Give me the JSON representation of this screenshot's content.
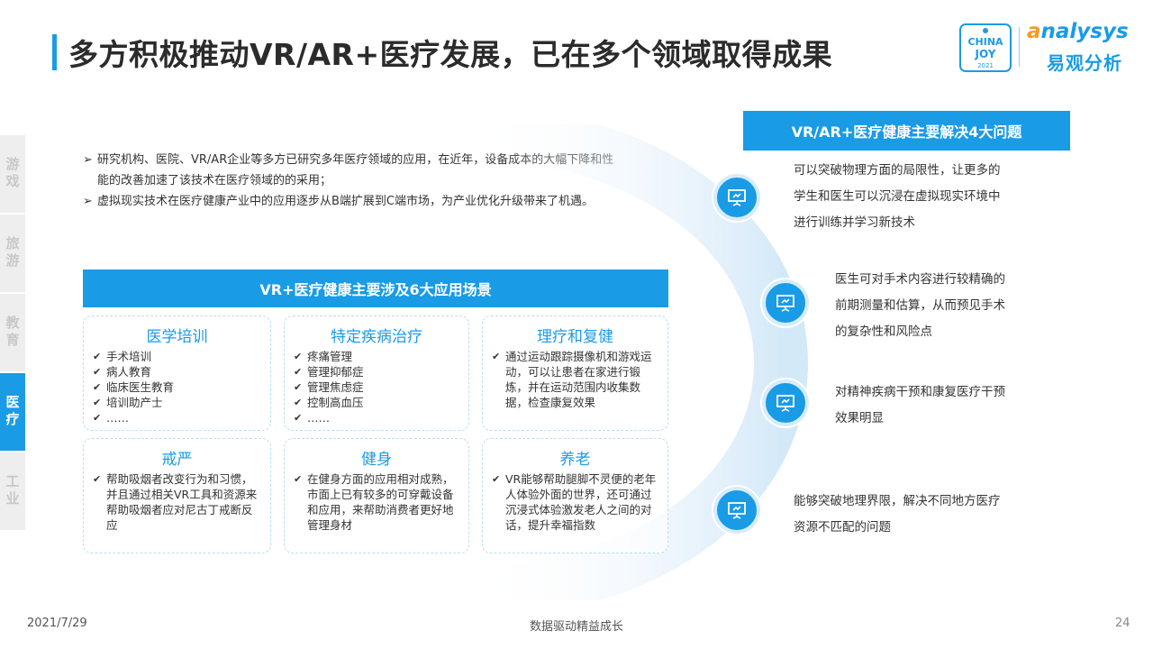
{
  "title": "多方积极推动VR/AR+医疗发展，已在多个领域取得成果",
  "logos": {
    "chinajoy_top": "CHINA",
    "chinajoy_bottom": "JOY",
    "chinajoy_year": "2021",
    "analysys_o": "a",
    "analysys_rest": "nalysys",
    "analysys_cn": "易观分析"
  },
  "side_nav": [
    {
      "label": "游戏",
      "active": false
    },
    {
      "label": "旅游",
      "active": false
    },
    {
      "label": "教育",
      "active": false
    },
    {
      "label": "医疗",
      "active": true
    },
    {
      "label": "工业",
      "active": false
    }
  ],
  "intro": [
    "研究机构、医院、VR/AR企业等多方已研究多年医疗领域的应用，在近年，设备成本的大幅下降和性能的改善加速了该技术在医疗领域的的采用；",
    "虚拟现实技术在医疗健康产业中的应用逐步从B端扩展到C端市场，为产业优化升级带来了机遇。"
  ],
  "scenes_header": "VR+医疗健康主要涉及6大应用场景",
  "scenes": [
    {
      "title": "医学培训",
      "items": [
        "手术培训",
        "病人教育",
        "临床医生教育",
        "培训助产士",
        "……"
      ]
    },
    {
      "title": "特定疾病治疗",
      "items": [
        "疼痛管理",
        "管理抑郁症",
        "管理焦虑症",
        "控制高血压",
        "……"
      ]
    },
    {
      "title": "理疗和复健",
      "items": [
        "通过运动跟踪摄像机和游戏运动，可以让患者在家进行锻炼，并在运动范围内收集数据，检查康复效果"
      ]
    },
    {
      "title": "戒严",
      "items": [
        "帮助吸烟者改变行为和习惯，并且通过相关VR工具和资源来帮助吸烟者应对尼古丁戒断反应"
      ]
    },
    {
      "title": "健身",
      "items": [
        "在健身方面的应用相对成熟，市面上已有较多的可穿戴设备和应用，来帮助消费者更好地管理身材"
      ]
    },
    {
      "title": "养老",
      "items": [
        "VR能够帮助腿脚不灵便的老年人体验外面的世界，还可通过沉浸式体验激发老人之间的对话，提升幸福指数"
      ]
    }
  ],
  "problems_header": "VR/AR+医疗健康主要解决4大问题",
  "problems": [
    {
      "lines": [
        "可以突破物理方面的局限性，让更多的",
        "学生和医生可以沉浸在虚拟现实环境中",
        "进行训练并学习新技术"
      ]
    },
    {
      "lines": [
        "医生可对手术内容进行较精确的",
        "前期测量和估算，从而预见手术",
        "的复杂性和风险点"
      ]
    },
    {
      "lines": [
        "对精神疾病干预和康复医疗干预",
        "效果明显"
      ]
    },
    {
      "lines": [
        "能够突破地理界限，解决不同地方医疗",
        "资源不匹配的问题"
      ]
    }
  ],
  "footer": {
    "date": "2021/7/29",
    "slogan": "数据驱动精益成长",
    "page": "24"
  },
  "colors": {
    "accent": "#1a9be6",
    "logo_orange": "#f39c26"
  }
}
